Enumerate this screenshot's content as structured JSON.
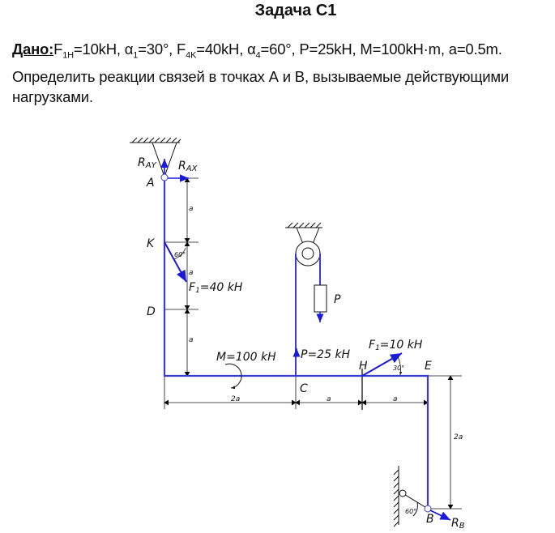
{
  "title": "Задача С1",
  "given": {
    "label": "Дано:",
    "F1_sym": "F",
    "F1_sub": "1H",
    "F1_val": "=10kH, ",
    "a1_sym": "α",
    "a1_sub": "1",
    "a1_val": "=30°, ",
    "F4_sym": "F",
    "F4_sub": "4K",
    "F4_val": "=40kH, ",
    "a4_sym": "α",
    "a4_sub": "4",
    "a4_val": "=60°, ",
    "rest": "P=25kH, M=100kH·m, a=0.5m.",
    "task": "Определить реакции связей в точках А и В, вызываемые действующими нагрузками."
  },
  "diagram": {
    "colors": {
      "beam": "#3b3bd0",
      "force": "#1a1ad8",
      "line": "#111111"
    },
    "points": {
      "A": "A",
      "K": "K",
      "D": "D",
      "C": "C",
      "H": "H",
      "E": "E",
      "B": "B"
    },
    "reactions": {
      "RAY": "R",
      "RAY_sub": "AY",
      "RAX": "R",
      "RAX_sub": "AX",
      "RB": "R",
      "RB_sub": "B"
    },
    "loads": {
      "F_K": "F",
      "F_K_sub": "1",
      "F_K_val": "=40 kH",
      "F_H": "F",
      "F_H_sub": "1",
      "F_H_val": "=10 kH",
      "P_box": "P",
      "P": "P=25 kH",
      "M": "M=100 kH"
    },
    "angles": {
      "K": "60°",
      "H": "30°",
      "B": "60°"
    },
    "dims": {
      "AK": "a",
      "KD": "a",
      "DC": "a",
      "horiz_2a": "2a",
      "CH": "a",
      "HE": "a",
      "EB": "2a"
    }
  }
}
